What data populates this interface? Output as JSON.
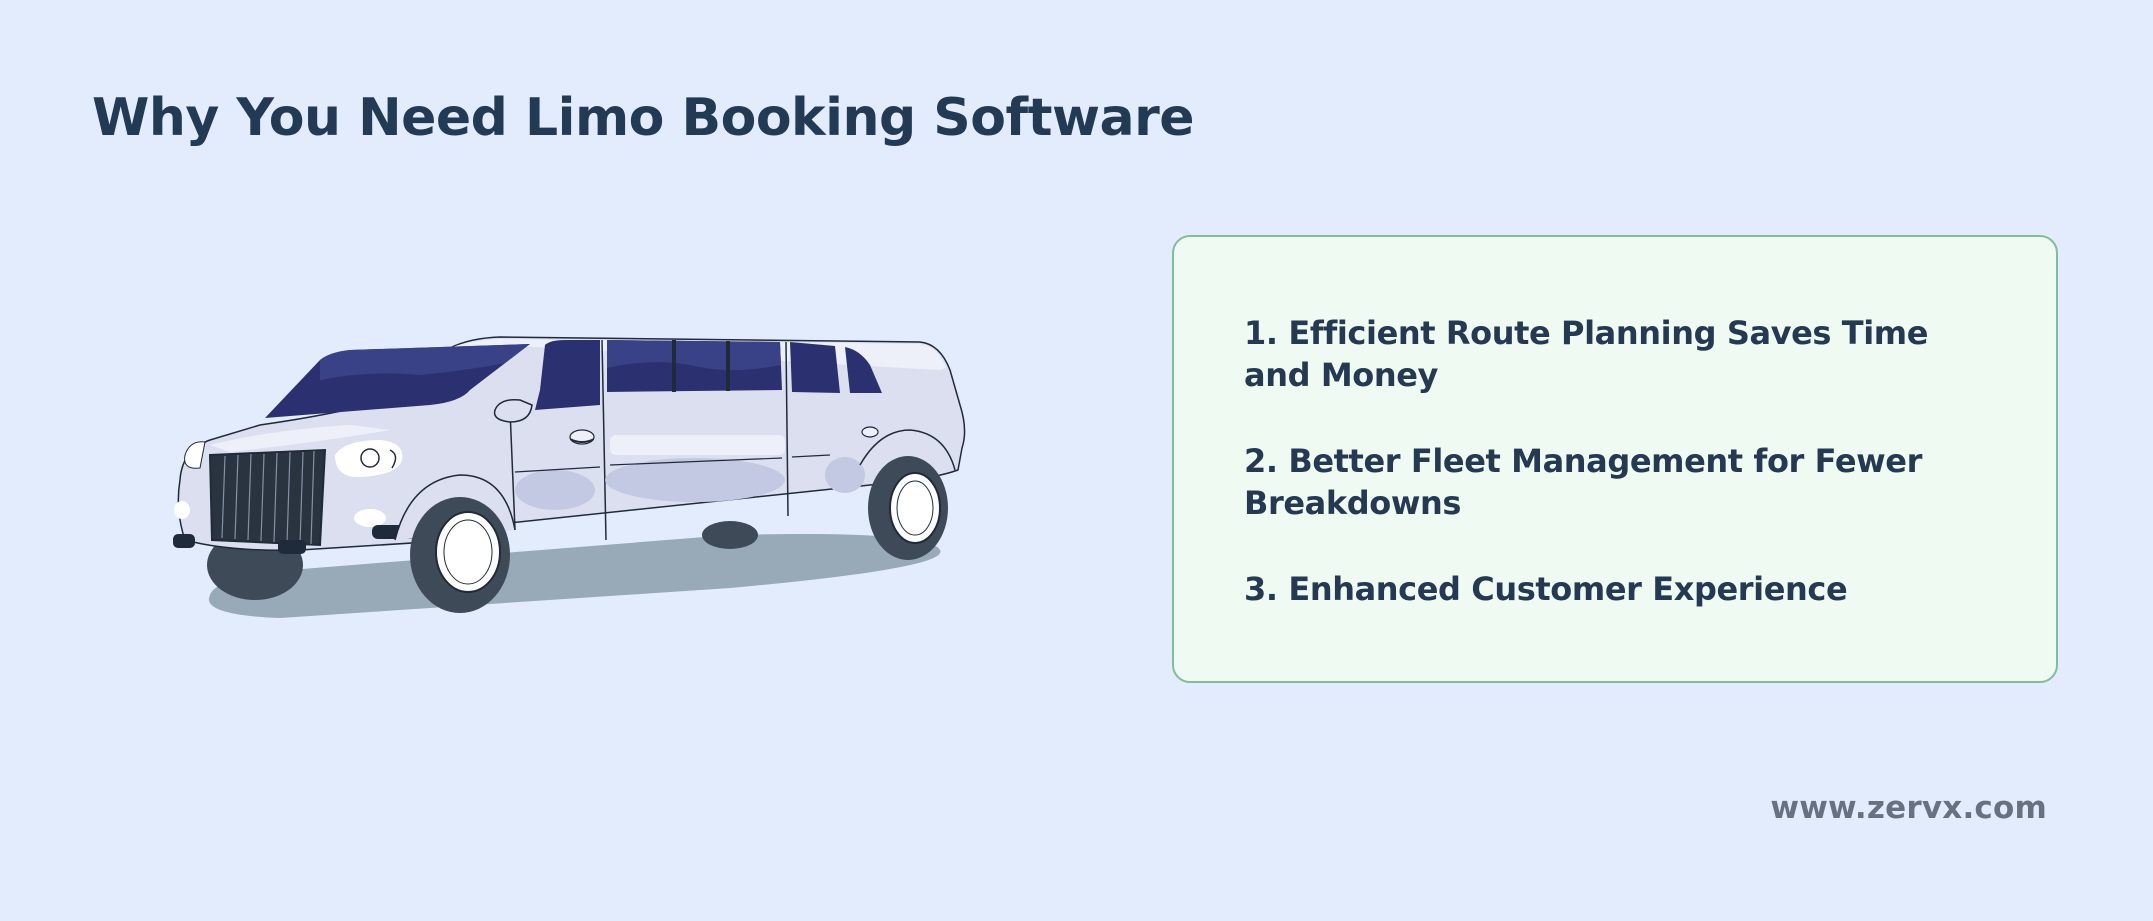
{
  "header": {
    "title": "Why You Need Limo Booking Software"
  },
  "illustration": {
    "subject": "white stretch limousine",
    "icon": "limousine-illustration",
    "colors": {
      "body": "#dcdff0",
      "body_shade": "#c3c9e3",
      "window": "#2b3170",
      "window_light": "#3a4287",
      "outline": "#1f2a3a",
      "tire": "#3e4a58",
      "hubcap": "#ffffff",
      "shadow": "#98a9b8"
    }
  },
  "benefits_card": {
    "items": [
      {
        "label": "1. Efficient Route Planning Saves Time and Money"
      },
      {
        "label": "2. Better Fleet Management for Fewer Breakdowns"
      },
      {
        "label": "3. Enhanced Customer Experience"
      }
    ],
    "colors": {
      "background": "#effaf3",
      "border": "#80bd9a",
      "text": "#253a52"
    }
  },
  "footer": {
    "url": "www.zervx.com"
  },
  "colors": {
    "page_background": "#e2ecfd",
    "title": "#233a54",
    "footer_text": "#677180"
  }
}
